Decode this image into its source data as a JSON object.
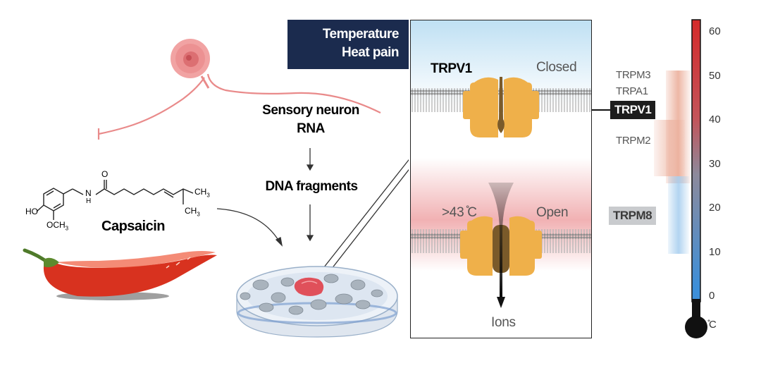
{
  "header": {
    "line1": "Temperature",
    "line2": "Heat pain"
  },
  "flow": {
    "step1_line1": "Sensory neuron",
    "step1_line2": "RNA",
    "step2": "DNA fragments"
  },
  "molecule": {
    "name": "Capsaicin",
    "atoms": {
      "ho": "HO",
      "och3": "OCH",
      "och3_sub": "3",
      "n": "N",
      "h": "H",
      "o": "O",
      "ch3a": "CH",
      "ch3a_sub": "3",
      "ch3b": "CH",
      "ch3b_sub": "3"
    }
  },
  "channel": {
    "name": "TRPV1",
    "closed_label": "Closed",
    "open_label": "Open",
    "threshold_label": ">43 ̊C",
    "ions_label": "Ions"
  },
  "receptors": {
    "trpm3": "TRPM3",
    "trpa1": "TRPA1",
    "trpv1": "TRPV1",
    "trpm2": "TRPM2",
    "trpm8": "TRPM8"
  },
  "thermometer": {
    "unit": " ̊C",
    "ticks": [
      "60",
      "50",
      "40",
      "30",
      "20",
      "10",
      "0"
    ],
    "colors": {
      "hot": "#d42a2a",
      "cold": "#3d8fd9",
      "bulb": "#111111"
    }
  }
}
